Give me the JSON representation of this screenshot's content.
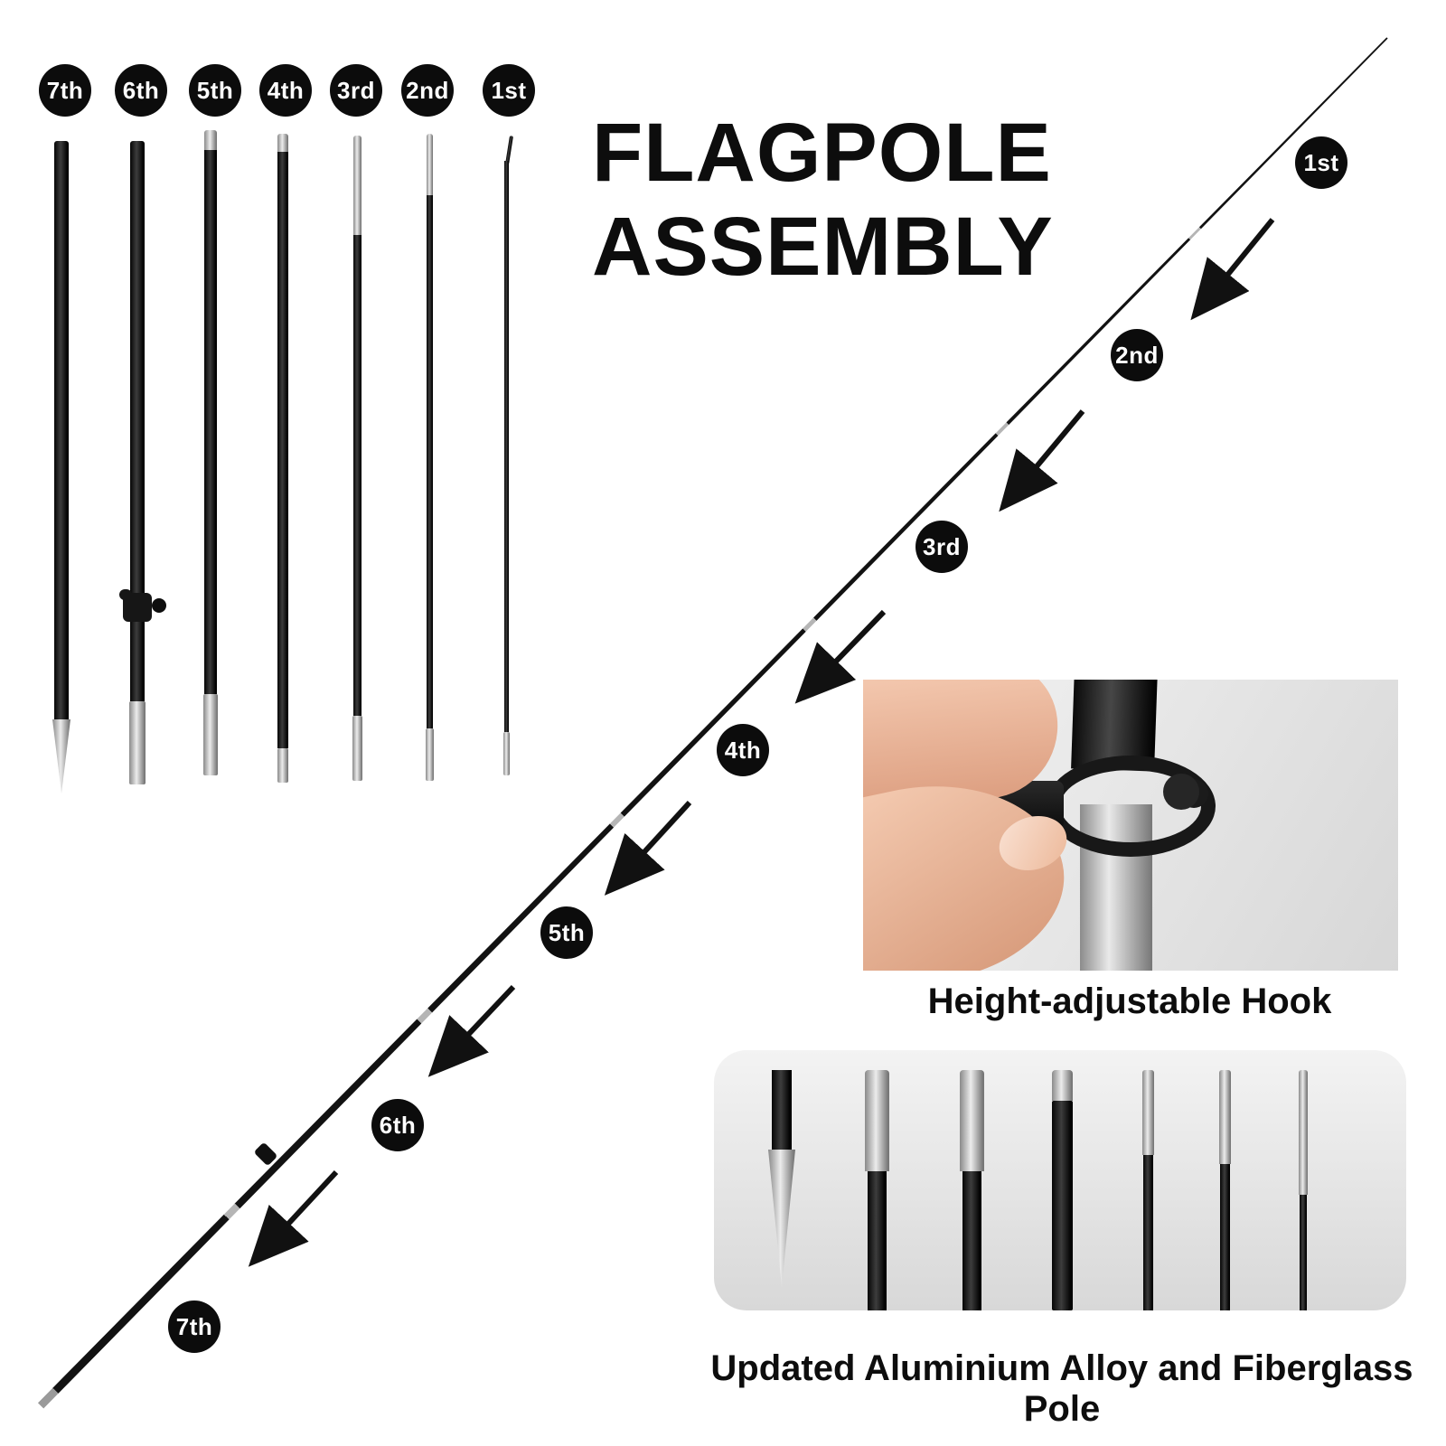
{
  "title": {
    "line1": "FLAGPOLE",
    "line2": "ASSEMBLY"
  },
  "pole_lineup": {
    "badges": [
      "7th",
      "6th",
      "5th",
      "4th",
      "3rd",
      "2nd",
      "1st"
    ]
  },
  "assembly_sequence": {
    "badges": [
      "1st",
      "2nd",
      "3rd",
      "4th",
      "5th",
      "6th",
      "7th"
    ]
  },
  "insets": {
    "hook": {
      "caption": "Height-adjustable Hook"
    },
    "materials": {
      "caption": "Updated Aluminium Alloy and Fiberglass Pole"
    }
  },
  "colors": {
    "background": "#ffffff",
    "pole_black": "#121212",
    "metal_silver": "#c7c7c7",
    "badge_background": "#0c0c0c",
    "badge_text": "#ffffff",
    "inset_background": "#e4e4e4",
    "skin_tone": "#edc3aa",
    "text": "#0d0d0d"
  }
}
